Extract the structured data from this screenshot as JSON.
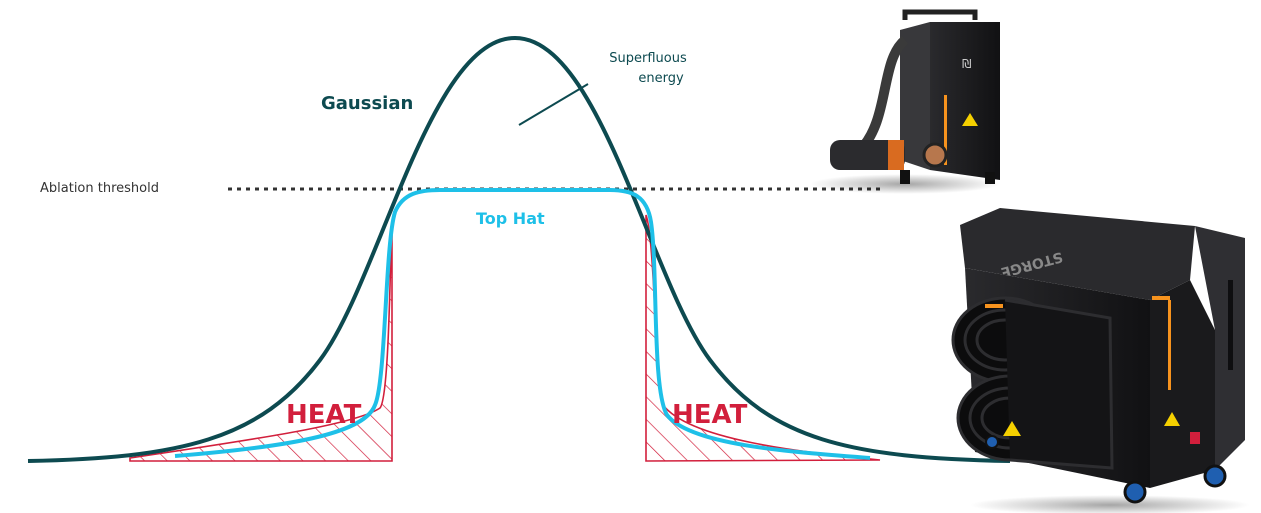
{
  "labels": {
    "gaussian": "Gaussian",
    "top_hat": "Top Hat",
    "superfluous_energy_line1": "Superfluous",
    "superfluous_energy_line2": "energy",
    "ablation_threshold": "Ablation threshold",
    "heat_left": "HEAT",
    "heat_right": "HEAT",
    "machine_top_brand": "STORGE"
  },
  "colors": {
    "gaussian_curve": "#0d4a50",
    "top_hat_curve": "#1ec0e8",
    "heat": "#d21f3c",
    "threshold_line": "#333333",
    "text_dark": "#333333",
    "machine_body": "#1d1d1f",
    "machine_accent": "#f7931e"
  },
  "icons": {
    "machine_small": "laser-cleaning-machine-compact-icon",
    "machine_large": "laser-cleaning-machine-trolley-icon",
    "warning": "laser-warning-triangle-icon"
  }
}
